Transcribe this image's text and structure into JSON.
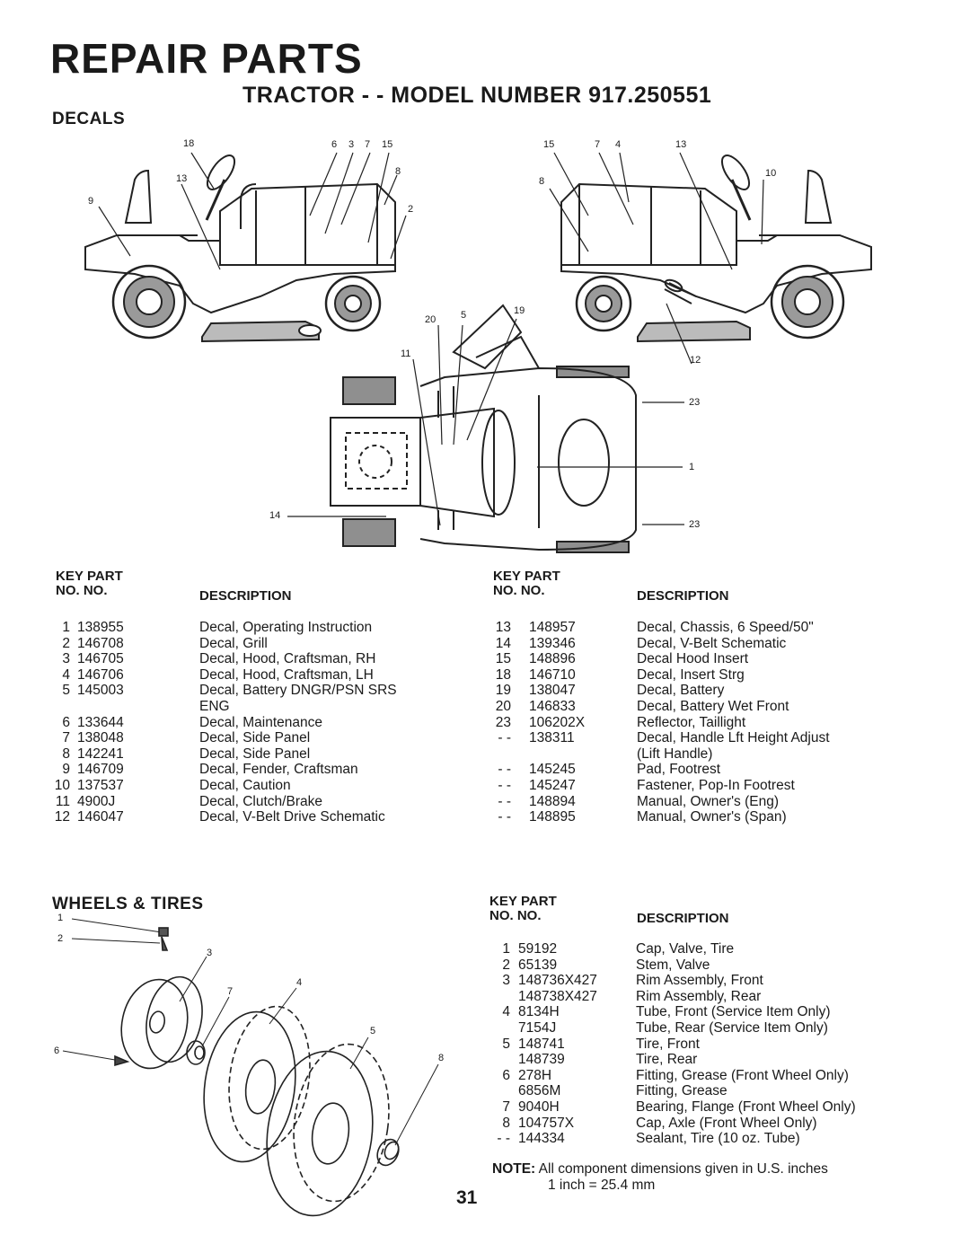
{
  "header": {
    "title": "REPAIR PARTS",
    "subtitle": "TRACTOR - - MODEL NUMBER 917.250551"
  },
  "decals": {
    "section_title": "DECALS",
    "callouts_left": [
      "18",
      "13",
      "9",
      "6",
      "3",
      "7",
      "15",
      "8",
      "2"
    ],
    "callouts_right": [
      "15",
      "7",
      "4",
      "13",
      "10",
      "8"
    ],
    "callouts_top": [
      "20",
      "5",
      "19",
      "11",
      "12",
      "23",
      "1",
      "23",
      "14"
    ],
    "table_headers": {
      "key_top": "KEY",
      "part_top": "PART",
      "key_bottom": "NO.",
      "part_bottom": "NO.",
      "description": "DESCRIPTION"
    },
    "left_rows": [
      {
        "key": "1",
        "part": "138955",
        "desc": "Decal, Operating Instruction"
      },
      {
        "key": "2",
        "part": "146708",
        "desc": "Decal, Grill"
      },
      {
        "key": "3",
        "part": "146705",
        "desc": "Decal, Hood, Craftsman, RH"
      },
      {
        "key": "4",
        "part": "146706",
        "desc": "Decal, Hood, Craftsman, LH"
      },
      {
        "key": "5",
        "part": "145003",
        "desc": "Decal, Battery DNGR/PSN SRS"
      },
      {
        "key": "",
        "part": "",
        "desc": "ENG"
      },
      {
        "key": "6",
        "part": "133644",
        "desc": "Decal, Maintenance"
      },
      {
        "key": "7",
        "part": "138048",
        "desc": "Decal, Side Panel"
      },
      {
        "key": "8",
        "part": "142241",
        "desc": "Decal, Side Panel"
      },
      {
        "key": "9",
        "part": "146709",
        "desc": "Decal, Fender, Craftsman"
      },
      {
        "key": "10",
        "part": "137537",
        "desc": "Decal, Caution"
      },
      {
        "key": "11",
        "part": "4900J",
        "desc": "Decal, Clutch/Brake"
      },
      {
        "key": "12",
        "part": "146047",
        "desc": "Decal, V-Belt Drive Schematic"
      }
    ],
    "right_rows": [
      {
        "key": "13",
        "part": "148957",
        "desc": "Decal, Chassis, 6 Speed/50\""
      },
      {
        "key": "14",
        "part": "139346",
        "desc": "Decal, V-Belt Schematic"
      },
      {
        "key": "15",
        "part": "148896",
        "desc": "Decal Hood Insert"
      },
      {
        "key": "18",
        "part": "146710",
        "desc": "Decal, Insert Strg"
      },
      {
        "key": "19",
        "part": "138047",
        "desc": "Decal, Battery"
      },
      {
        "key": "20",
        "part": "146833",
        "desc": "Decal, Battery Wet Front"
      },
      {
        "key": "23",
        "part": "106202X",
        "desc": "Reflector, Taillight"
      },
      {
        "key": "- -",
        "part": "138311",
        "desc": "Decal, Handle Lft Height Adjust"
      },
      {
        "key": "",
        "part": "",
        "desc": "(Lift Handle)"
      },
      {
        "key": "- -",
        "part": "145245",
        "desc": "Pad, Footrest"
      },
      {
        "key": "- -",
        "part": "145247",
        "desc": "Fastener, Pop-In Footrest"
      },
      {
        "key": "- -",
        "part": "148894",
        "desc": "Manual, Owner's (Eng)"
      },
      {
        "key": "- -",
        "part": "148895",
        "desc": "Manual, Owner's (Span)"
      }
    ]
  },
  "wheels": {
    "section_title": "WHEELS & TIRES",
    "callouts": [
      "1",
      "2",
      "3",
      "4",
      "7",
      "5",
      "6",
      "8"
    ],
    "table_headers": {
      "key_top": "KEY",
      "part_top": "PART",
      "key_bottom": "NO.",
      "part_bottom": "NO.",
      "description": "DESCRIPTION"
    },
    "rows": [
      {
        "key": "1",
        "part": "59192",
        "desc": "Cap, Valve, Tire"
      },
      {
        "key": "2",
        "part": "65139",
        "desc": "Stem, Valve"
      },
      {
        "key": "3",
        "part": "148736X427",
        "desc": "Rim Assembly, Front"
      },
      {
        "key": "",
        "part": "148738X427",
        "desc": "Rim Assembly, Rear"
      },
      {
        "key": "4",
        "part": "8134H",
        "desc": "Tube, Front (Service Item Only)"
      },
      {
        "key": "",
        "part": "7154J",
        "desc": "Tube, Rear (Service Item Only)"
      },
      {
        "key": "5",
        "part": "148741",
        "desc": "Tire, Front"
      },
      {
        "key": "",
        "part": "148739",
        "desc": "Tire, Rear"
      },
      {
        "key": "6",
        "part": "278H",
        "desc": "Fitting, Grease (Front Wheel Only)"
      },
      {
        "key": "",
        "part": "6856M",
        "desc": "Fitting, Grease"
      },
      {
        "key": "7",
        "part": "9040H",
        "desc": "Bearing, Flange (Front Wheel Only)"
      },
      {
        "key": "8",
        "part": "104757X",
        "desc": "Cap, Axle (Front Wheel Only)"
      },
      {
        "key": "- -",
        "part": "144334",
        "desc": "Sealant, Tire (10 oz. Tube)"
      }
    ]
  },
  "note": {
    "label": "NOTE:",
    "line1": "All component dimensions given in U.S. inches",
    "line2": "1 inch = 25.4 mm"
  },
  "page_number": "31"
}
